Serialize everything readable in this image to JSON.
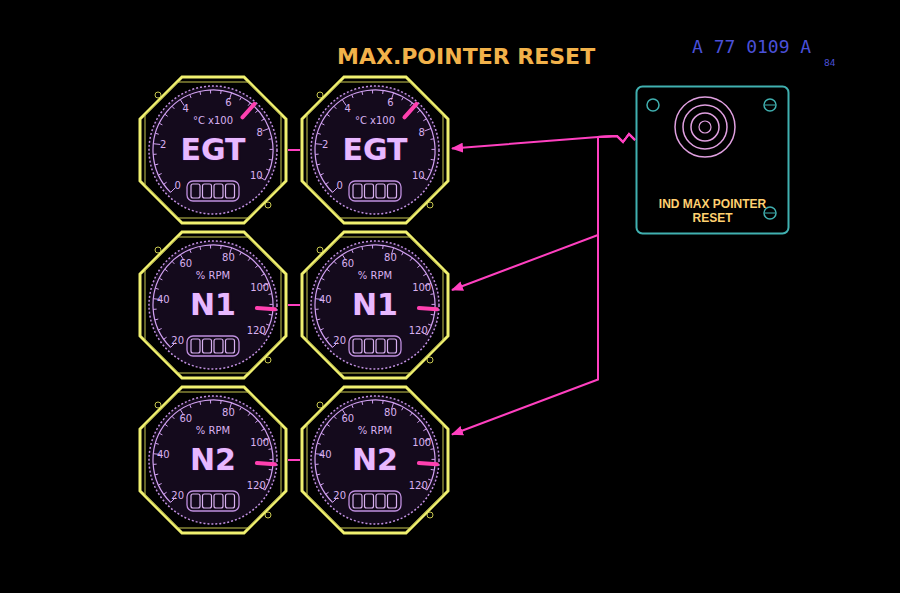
{
  "diagram": {
    "title": "MAX.POINTER RESET",
    "nodes": [
      {
        "text": [
          "EGT"
        ]
      },
      {
        "text": [
          "EGT"
        ]
      },
      {
        "text": [
          "N1"
        ]
      },
      {
        "text": [
          "N1"
        ]
      },
      {
        "text": [
          "N2"
        ]
      },
      {
        "text": [
          "N2"
        ]
      },
      {
        "text": [
          "IND MAX POINTER RESET"
        ]
      }
    ],
    "edges": [
      {
        "from": 0,
        "to": 1,
        "arrow": "none"
      },
      {
        "from": 2,
        "to": 3,
        "arrow": "none"
      },
      {
        "from": 4,
        "to": 5,
        "arrow": "none"
      },
      {
        "from": 6,
        "to": 1,
        "arrow": "to"
      },
      {
        "from": 6,
        "to": 3,
        "arrow": "to"
      },
      {
        "from": 6,
        "to": 5,
        "arrow": "to"
      }
    ],
    "labels": [
      "A 77 0109 A",
      "84",
      "°C x100",
      "0",
      "2",
      "4",
      "6",
      "8",
      "10",
      "°C x100",
      "0",
      "2",
      "4",
      "6",
      "8",
      "10",
      "% RPM",
      "20",
      "40",
      "60",
      "80",
      "100",
      "120",
      "% RPM",
      "20",
      "40",
      "60",
      "80",
      "100",
      "120",
      "% RPM",
      "20",
      "40",
      "60",
      "80",
      "100",
      "120",
      "% RPM",
      "20",
      "40",
      "60",
      "80",
      "100",
      "120"
    ]
  }
}
